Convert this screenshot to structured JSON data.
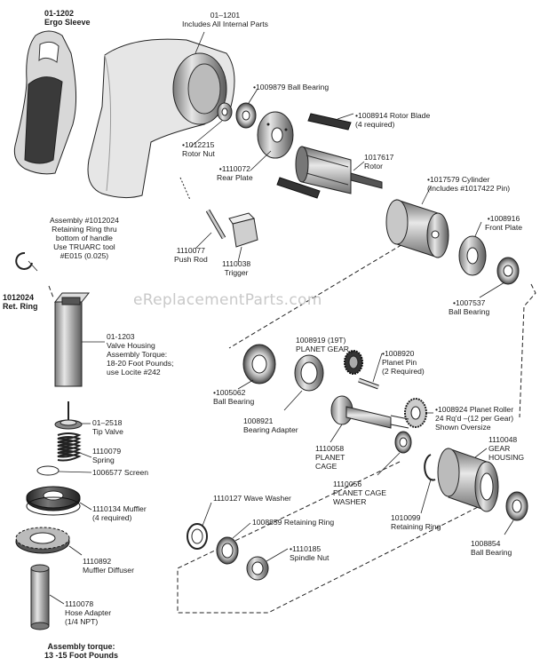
{
  "watermark": "eReplacementParts.com",
  "labels": {
    "ergo_sleeve": "01-1202\nErgo Sleeve",
    "housing": "01–1201\nIncludes All Internal Parts",
    "ball_bearing_1009879": "•1009879 Ball Bearing",
    "rotor_blade": "•1008914 Rotor  Blade\n(4 required)",
    "rotor_nut": "•1012215\nRotor Nut",
    "rear_plate": "•1110072\nRear Plate",
    "rotor": "1017617\nRotor",
    "cylinder": "•1017579 Cylinder\n(Includes #1017422 Pin)",
    "front_plate": "•1008916\nFront Plate",
    "ball_bearing_1007537": "•1007537\nBall Bearing",
    "assembly_note": "Assembly #1012024\nRetaining Ring thru\nbottom of handle\nUse TRUARC tool\n#E015 (0.025)",
    "push_rod": "1110077\nPush Rod",
    "trigger": "1110038\nTrigger",
    "ret_ring": "1012024\nRet. Ring",
    "valve_housing": "01-1203\nValve Housing\nAssembly Torque:\n18-20 Foot Pounds;\nuse Locite #242",
    "tip_valve": "01–2518\nTip Valve",
    "spring": "1110079\nSpring",
    "screen": "1006577 Screen",
    "muffler": "1110134 Muffler\n(4 required)",
    "muffler_diffuser": "1110892\nMuffler Diffuser",
    "hose_adapter": "1110078\nHose Adapter\n(1/4 NPT)",
    "assembly_torque": "Assembly torque:\n13 -15 Foot Pounds",
    "planet_gear": "1008919 (19T)\nPLANET GEAR",
    "planet_pin": "•1008920\nPlanet Pin\n(2 Required)",
    "planet_roller": "•1008924 Planet Roller\n24 Rq'd –(12 per Gear)\nShown Oversize",
    "ball_bearing_1005062": "•1005062\nBall Bearing",
    "bearing_adapter": "1008921\nBearing Adapter",
    "planet_cage": "1110058\nPLANET\nCAGE",
    "gear_housing": "1110048\nGEAR\nHOUSING",
    "planet_cage_washer": "1110056\nPLANET CAGE\nWASHER",
    "retaining_ring_1010099": "1010099\nRetaining Ring",
    "wave_washer": "1110127 Wave Washer",
    "retaining_ring_1008859": "1008859 Retaining Ring",
    "spindle_nut": "•1110185\nSpindle Nut",
    "ball_bearing_1008854": "1008854\nBall Bearing"
  }
}
